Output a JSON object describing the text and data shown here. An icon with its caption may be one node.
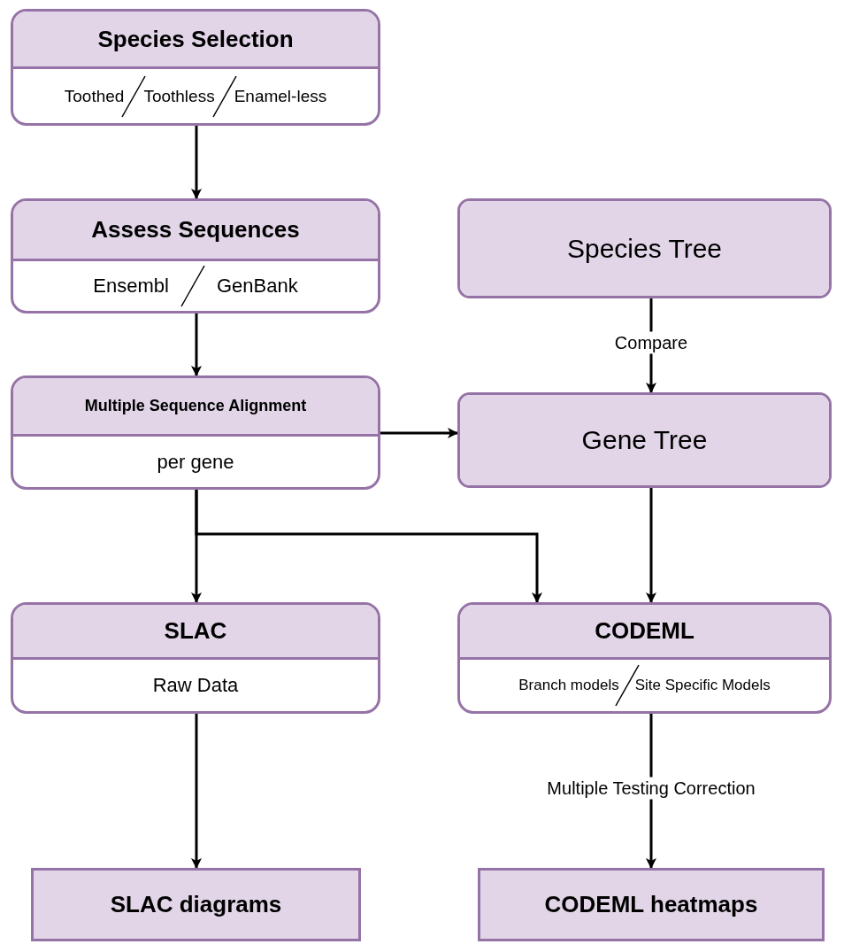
{
  "diagram": {
    "nodes": [
      {
        "text": [
          "Species Selection",
          "Toothed",
          "Toothless",
          "Enamel-less"
        ]
      },
      {
        "text": [
          "Assess Sequences",
          "Ensembl",
          "GenBank"
        ]
      },
      {
        "text": [
          "Species Tree"
        ]
      },
      {
        "text": [
          "Multiple Sequence Alignment",
          "per gene"
        ]
      },
      {
        "text": [
          "Gene Tree"
        ]
      },
      {
        "text": [
          "SLAC",
          "Raw Data"
        ]
      },
      {
        "text": [
          "CODEML",
          "Branch models",
          "Site Specific Models"
        ]
      },
      {
        "text": [
          "SLAC diagrams"
        ]
      },
      {
        "text": [
          "CODEML heatmaps"
        ]
      }
    ],
    "edges": [
      {
        "from": 0,
        "to": 1,
        "arrow": "to"
      },
      {
        "from": 1,
        "to": 3,
        "arrow": "to"
      },
      {
        "from": 2,
        "to": 4,
        "arrow": "to",
        "label": "Compare"
      },
      {
        "from": 3,
        "to": 4,
        "arrow": "to"
      },
      {
        "from": 3,
        "to": 5,
        "arrow": "to"
      },
      {
        "from": 3,
        "to": 6,
        "arrow": "to"
      },
      {
        "from": 4,
        "to": 6,
        "arrow": "to"
      },
      {
        "from": 6,
        "to": 8,
        "arrow": "to",
        "label": "Multiple Testing Correction"
      },
      {
        "from": 5,
        "to": 7,
        "arrow": "to"
      }
    ]
  }
}
